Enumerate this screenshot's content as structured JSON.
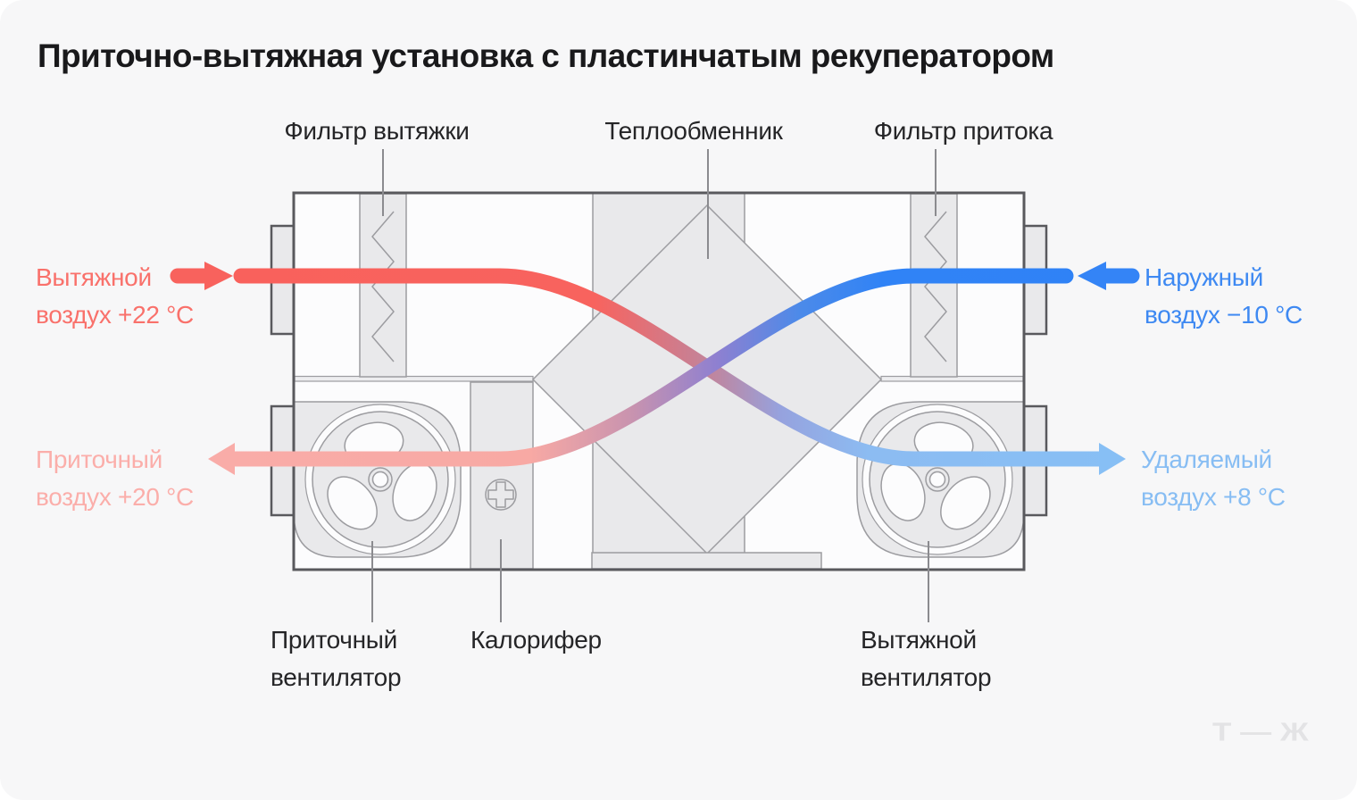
{
  "card": {
    "title": "Приточно-вытяжная установка с пластинчатым рекуператором",
    "background": "#F7F7F8"
  },
  "component_labels": {
    "filter_exhaust": "Фильтр вытяжки",
    "heat_exchanger": "Теплообменник",
    "filter_supply": "Фильтр притока",
    "supply_fan_line1": "Приточный",
    "supply_fan_line2": "вентилятор",
    "heater": "Калорифер",
    "exhaust_fan_line1": "Вытяжной",
    "exhaust_fan_line2": "вентилятор"
  },
  "flows": {
    "exhaust_in": {
      "line1": "Вытяжной",
      "line2": "воздух +22 °C",
      "color": "#F9716B",
      "direction": "into-unit-left"
    },
    "outside_in": {
      "line1": "Наружный",
      "line2": "воздух −10 °C",
      "color": "#3E89F2",
      "direction": "into-unit-right"
    },
    "supply_out": {
      "line1": "Приточный",
      "line2": "воздух +20 °C",
      "color": "#FBAEAA",
      "direction": "out-of-unit-left"
    },
    "removed_out": {
      "line1": "Удаляемый",
      "line2": "воздух +8 °C",
      "color": "#87BDF3",
      "direction": "out-of-unit-right"
    }
  },
  "diagram_colors": {
    "hot_exhaust_pipe": "#F8625D",
    "cold_outside_pipe": "#2F82F6",
    "warm_supply_pipe": "#F9ACA8",
    "cooled_removed_pipe": "#87BFF5",
    "component_fill": "#E9E9EB",
    "component_stroke": "#9C9CA0",
    "casing_stroke": "#59595D",
    "callout_line": "#8B8B8F"
  },
  "logo": {
    "text": "Т—Ж"
  }
}
